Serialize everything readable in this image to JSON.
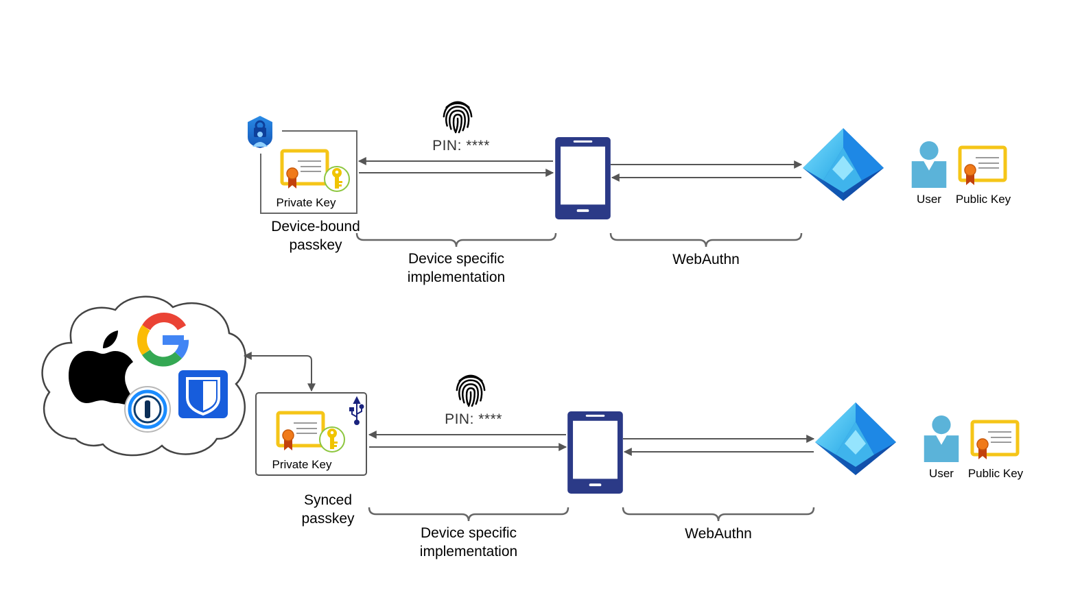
{
  "device_bound": {
    "private_key_label": "Private Key",
    "title_line1": "Device-bound",
    "title_line2": "passkey",
    "pin_label": "PIN: ****",
    "device_specific_line1": "Device specific",
    "device_specific_line2": "implementation",
    "webauthn_label": "WebAuthn",
    "user_label": "User",
    "public_key_label": "Public Key"
  },
  "synced": {
    "private_key_label": "Private Key",
    "title_line1": "Synced",
    "title_line2": "passkey",
    "pin_label": "PIN: ****",
    "device_specific_line1": "Device specific",
    "device_specific_line2": "implementation",
    "webauthn_label": "WebAuthn",
    "user_label": "User",
    "public_key_label": "Public Key"
  },
  "cloud_providers": [
    "apple-logo",
    "google-logo",
    "1password-logo",
    "bitwarden-logo"
  ],
  "colors": {
    "phone": "#2b3a87",
    "arrow": "#555555",
    "certificate": "#f5c518",
    "ribbon": "#e8620c",
    "key": "#f0c400",
    "user": "#5bb3d9",
    "entra_light": "#50c8f0",
    "entra_dark": "#1565c0",
    "bitwarden": "#175ddc",
    "onepassword": "#1a8cff",
    "authenticator": "#1f6fd0"
  }
}
